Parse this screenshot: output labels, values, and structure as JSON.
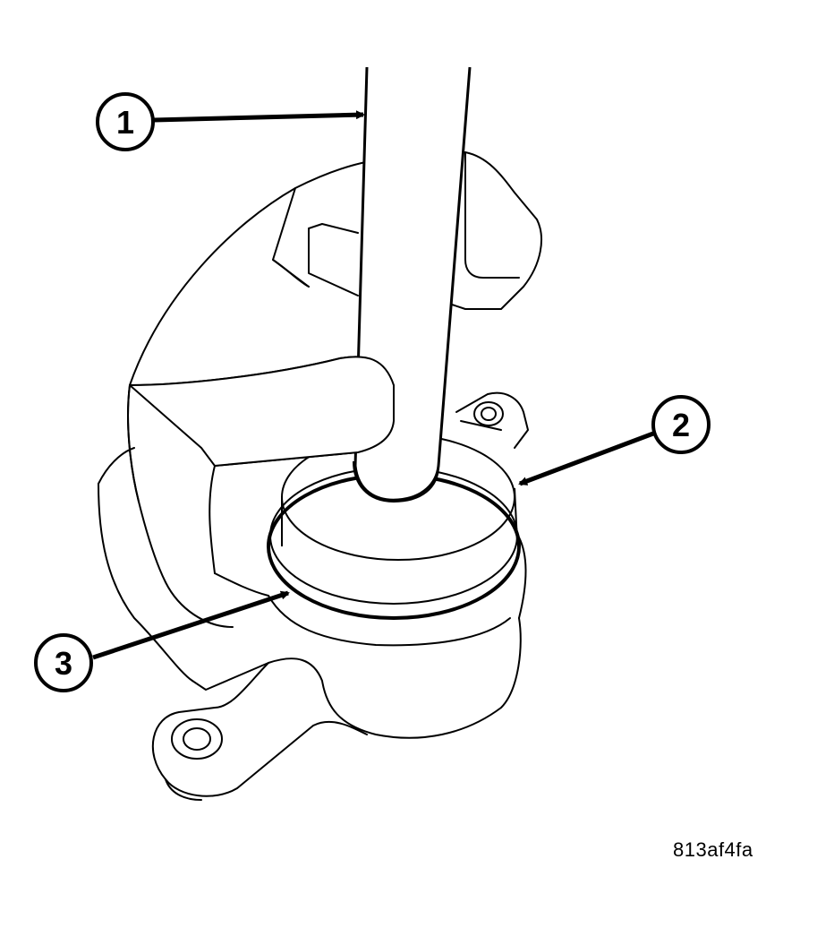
{
  "callouts": [
    {
      "id": "1",
      "label": "1"
    },
    {
      "id": "2",
      "label": "2"
    },
    {
      "id": "3",
      "label": "3"
    }
  ],
  "figure_id": "813af4fa",
  "colors": {
    "line": "#000000",
    "background": "#ffffff"
  }
}
